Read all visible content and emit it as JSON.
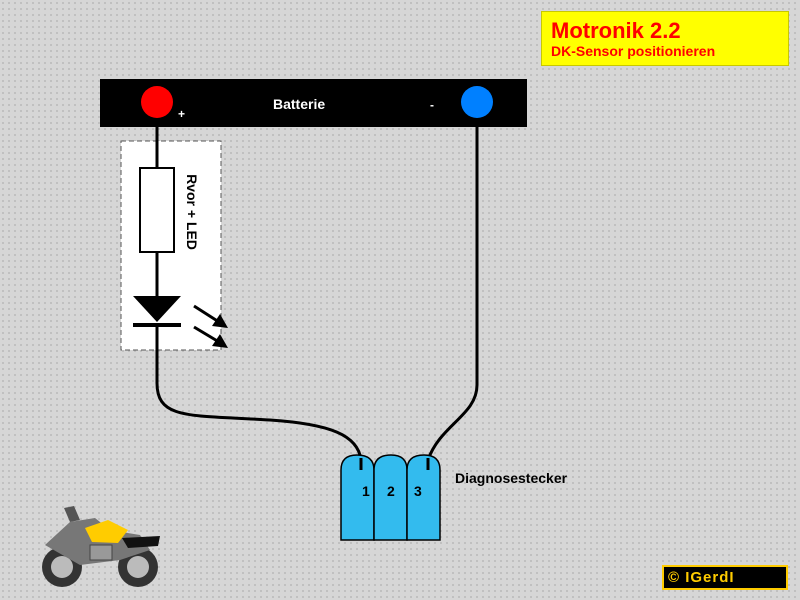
{
  "title": {
    "main": "Motronik 2.2",
    "subtitle": "DK-Sensor positionieren"
  },
  "battery": {
    "label": "Batterie",
    "plus_sign": "+",
    "minus_sign": "-"
  },
  "resistor": {
    "label": "Rvor + LED"
  },
  "connector": {
    "label": "Diagnosestecker",
    "pins": [
      "1",
      "2",
      "3"
    ]
  },
  "copyright": "© IGerdI",
  "colors": {
    "title_bg": "#ffff00",
    "title_text": "#ff0000",
    "battery_bar": "#000000",
    "plus_terminal": "#ff0000",
    "minus_terminal": "#0080ff",
    "connector_fill": "#33bbee",
    "wire": "#000000"
  },
  "icons": {
    "motorcycle": "motorcycle-icon",
    "led": "diode-icon"
  }
}
